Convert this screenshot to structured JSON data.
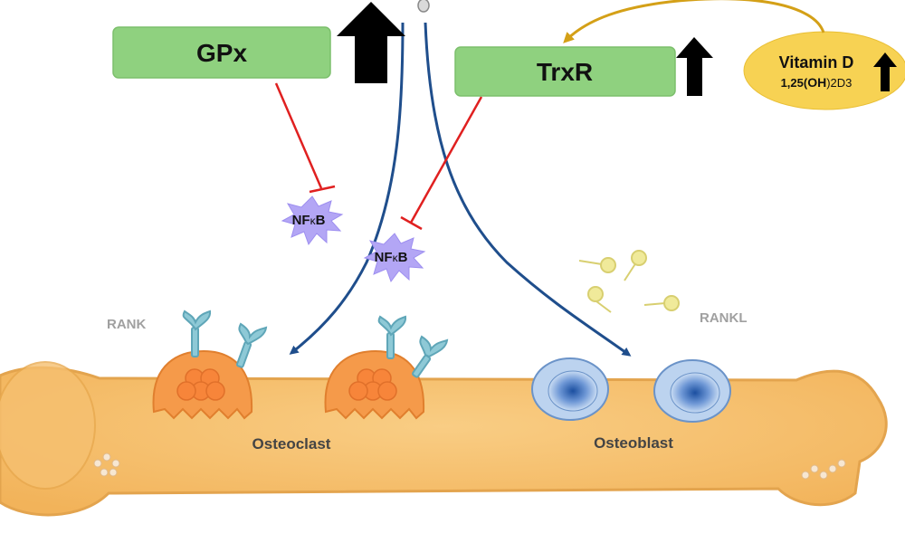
{
  "enzymes": {
    "gpx": {
      "label": "GPx",
      "change": "increase"
    },
    "trxr": {
      "label": "TrxR",
      "change": "increase"
    }
  },
  "vitamin_d": {
    "name": "Vitamin D",
    "form": {
      "prefix": "1,25(",
      "oh": "OH",
      "suffix": ")2D3"
    },
    "change": "increase"
  },
  "targets": {
    "nfkb_left": {
      "base": "NF",
      "kappa": "κ",
      "end": "B"
    },
    "nfkb_right": {
      "base": "NF",
      "kappa": "κ",
      "end": "B"
    }
  },
  "receptors": {
    "rank": "RANK",
    "rankl": "RANKL"
  },
  "cells": {
    "osteoclast": "Osteoclast",
    "osteoblast": "Osteoblast"
  },
  "colors": {
    "enzyme_box": "#8fd17f",
    "enzyme_border": "#7cbf6c",
    "vitamin_oval": "#f7d253",
    "inhibition": "#e02020",
    "pathway_arrow": "#1f4e8c",
    "vitd_arrow": "#d4a017",
    "nfkb_star": "#b3a6f5",
    "bone": "#f6bd6a",
    "bone_outline": "#e3a44e",
    "osteoclast": "#f59a4a",
    "osteoblast": "#7ea6d8",
    "receptor": "#8ec9d6",
    "rankl_ligand": "#f0ea9a"
  }
}
